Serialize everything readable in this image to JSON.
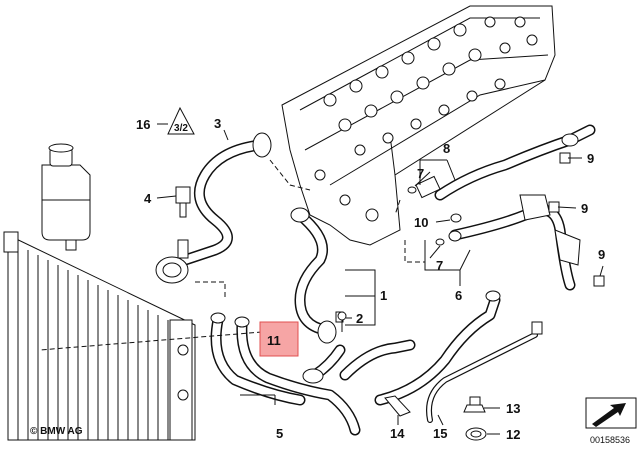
{
  "callouts": {
    "c1": "1",
    "c2": "2",
    "c3": "3",
    "c4": "4",
    "c5": "5",
    "c6": "6",
    "c7a": "7",
    "c7b": "7",
    "c8": "8",
    "c9a": "9",
    "c9b": "9",
    "c9c": "9",
    "c10": "10",
    "c11": "11",
    "c12": "12",
    "c13": "13",
    "c14": "14",
    "c15": "15",
    "c16": "16"
  },
  "copyright": "© BMW AG",
  "diagram_id": "00158536",
  "warning_symbol_text": "3/2",
  "colors": {
    "highlight_fill": "#f6a5a5",
    "highlight_border": "#e05050",
    "line": "#111111"
  }
}
